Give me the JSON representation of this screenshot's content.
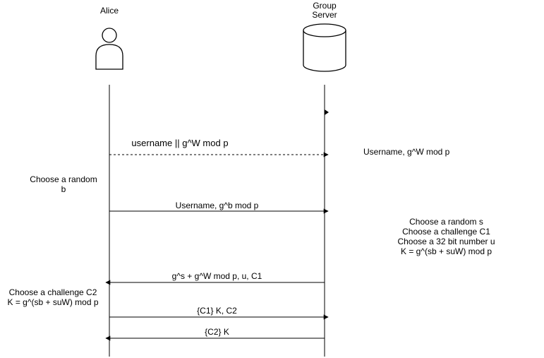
{
  "participants": {
    "alice": {
      "name": "Alice"
    },
    "server": {
      "name_line1": "Group",
      "name_line2": "Server"
    }
  },
  "messages": [
    {
      "label": "username || g^W mod p",
      "direction": "alice_to_server",
      "style": "dashed"
    },
    {
      "label": "Username, g^b mod p",
      "direction": "alice_to_server",
      "style": "solid"
    },
    {
      "label": "g^s + g^W mod p, u, C1",
      "direction": "server_to_alice",
      "style": "solid"
    },
    {
      "label": "{C1} K, C2",
      "direction": "alice_to_server",
      "style": "solid"
    },
    {
      "label": "{C2} K",
      "direction": "server_to_alice",
      "style": "solid"
    }
  ],
  "notes": {
    "server_receives": "Username, g^W mod p",
    "alice_choose_b": {
      "line1": "Choose a random",
      "line2": "b"
    },
    "server_steps": [
      "Choose a random s",
      "Choose a challenge C1",
      "Choose a 32 bit number u",
      "K = g^(sb + suW) mod p"
    ],
    "alice_steps": [
      "Choose a challenge C2",
      "K = g^(sb + suW) mod p"
    ]
  },
  "colors": {
    "line": "#000000",
    "background": "#ffffff"
  }
}
